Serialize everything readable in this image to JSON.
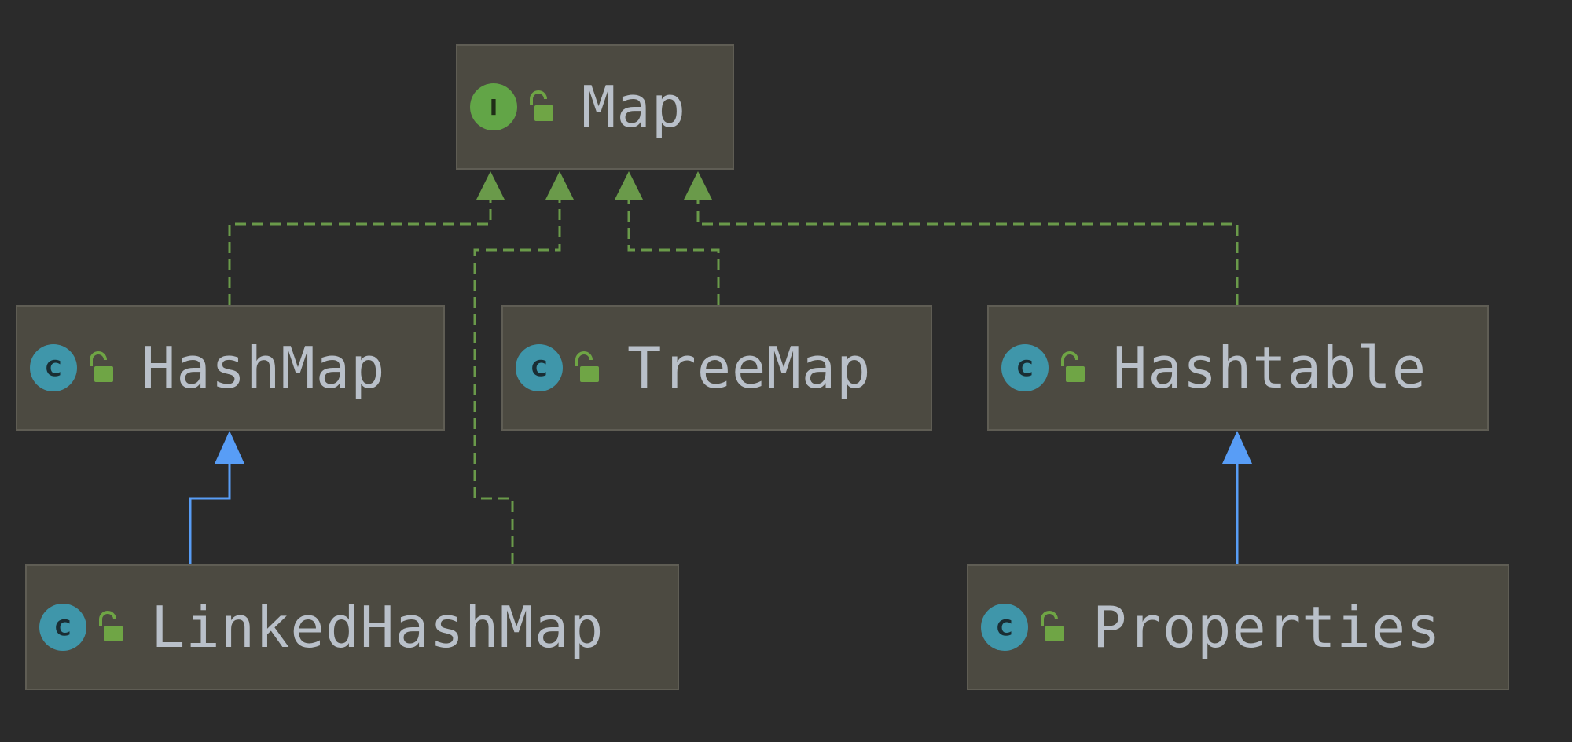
{
  "diagram": {
    "colors": {
      "background": "#2b2b2b",
      "node_fill": "#4c4a41",
      "implements_edge": "#6a9a4a",
      "extends_edge": "#589df6"
    },
    "nodes": {
      "map": {
        "name": "Map",
        "kind": "I",
        "kind_type": "interface",
        "visibility_icon": "unlocked-icon"
      },
      "hashmap": {
        "name": "HashMap",
        "kind": "C",
        "kind_type": "class",
        "visibility_icon": "unlocked-icon"
      },
      "treemap": {
        "name": "TreeMap",
        "kind": "C",
        "kind_type": "class",
        "visibility_icon": "unlocked-icon"
      },
      "hashtable": {
        "name": "Hashtable",
        "kind": "C",
        "kind_type": "class",
        "visibility_icon": "unlocked-icon"
      },
      "linkedhashmap": {
        "name": "LinkedHashMap",
        "kind": "C",
        "kind_type": "class",
        "visibility_icon": "unlocked-icon"
      },
      "properties": {
        "name": "Properties",
        "kind": "C",
        "kind_type": "class",
        "visibility_icon": "unlocked-icon"
      }
    },
    "edges": [
      {
        "from": "hashmap",
        "to": "map",
        "relation": "implements"
      },
      {
        "from": "linkedhashmap",
        "to": "map",
        "relation": "implements"
      },
      {
        "from": "treemap",
        "to": "map",
        "relation": "implements"
      },
      {
        "from": "hashtable",
        "to": "map",
        "relation": "implements"
      },
      {
        "from": "linkedhashmap",
        "to": "hashmap",
        "relation": "extends"
      },
      {
        "from": "properties",
        "to": "hashtable",
        "relation": "extends"
      }
    ]
  }
}
